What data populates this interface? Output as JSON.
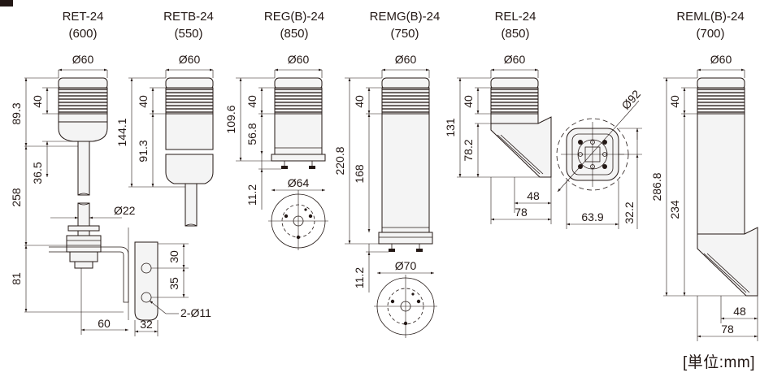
{
  "models": [
    {
      "name": "RET-24",
      "weight": "(600)"
    },
    {
      "name": "RETB-24",
      "weight": "(550)"
    },
    {
      "name": "REG(B)-24",
      "weight": "(850)"
    },
    {
      "name": "REMG(B)-24",
      "weight": "(750)"
    },
    {
      "name": "REL-24",
      "weight": "(850)"
    },
    {
      "name": "REML(B)-24",
      "weight": "(700)"
    }
  ],
  "dims": {
    "ret": {
      "dia": "Ø60",
      "h40": "40",
      "h893": "89.3",
      "h365": "36.5",
      "h258": "258",
      "dia22": "Ø22",
      "h81": "81",
      "w60": "60",
      "h30": "30",
      "h35": "35",
      "w32": "32",
      "holes": "2-Ø11"
    },
    "retb": {
      "dia": "Ø60",
      "h40": "40",
      "h1441": "144.1",
      "h913": "91.3"
    },
    "reg": {
      "dia": "Ø60",
      "h40": "40",
      "h1096": "109.6",
      "h568": "56.8",
      "h112": "11.2",
      "dia64": "Ø64"
    },
    "remg": {
      "dia": "Ø60",
      "h40": "40",
      "h2208": "220.8",
      "h168": "168",
      "h112": "11.2",
      "dia70": "Ø70"
    },
    "rel": {
      "dia": "Ø60",
      "h40": "40",
      "h131": "131",
      "h782": "78.2",
      "w48": "48",
      "w78": "78",
      "dia92": "Ø92",
      "w639": "63.9",
      "h322": "32.2"
    },
    "reml": {
      "dia": "Ø60",
      "h40": "40",
      "h2868": "286.8",
      "h234": "234",
      "w48": "48",
      "w78": "78"
    }
  },
  "unit_label": "[単位:mm]",
  "colors": {
    "ink": "#231815",
    "body": "#f4f4f4",
    "paper": "#ffffff"
  }
}
